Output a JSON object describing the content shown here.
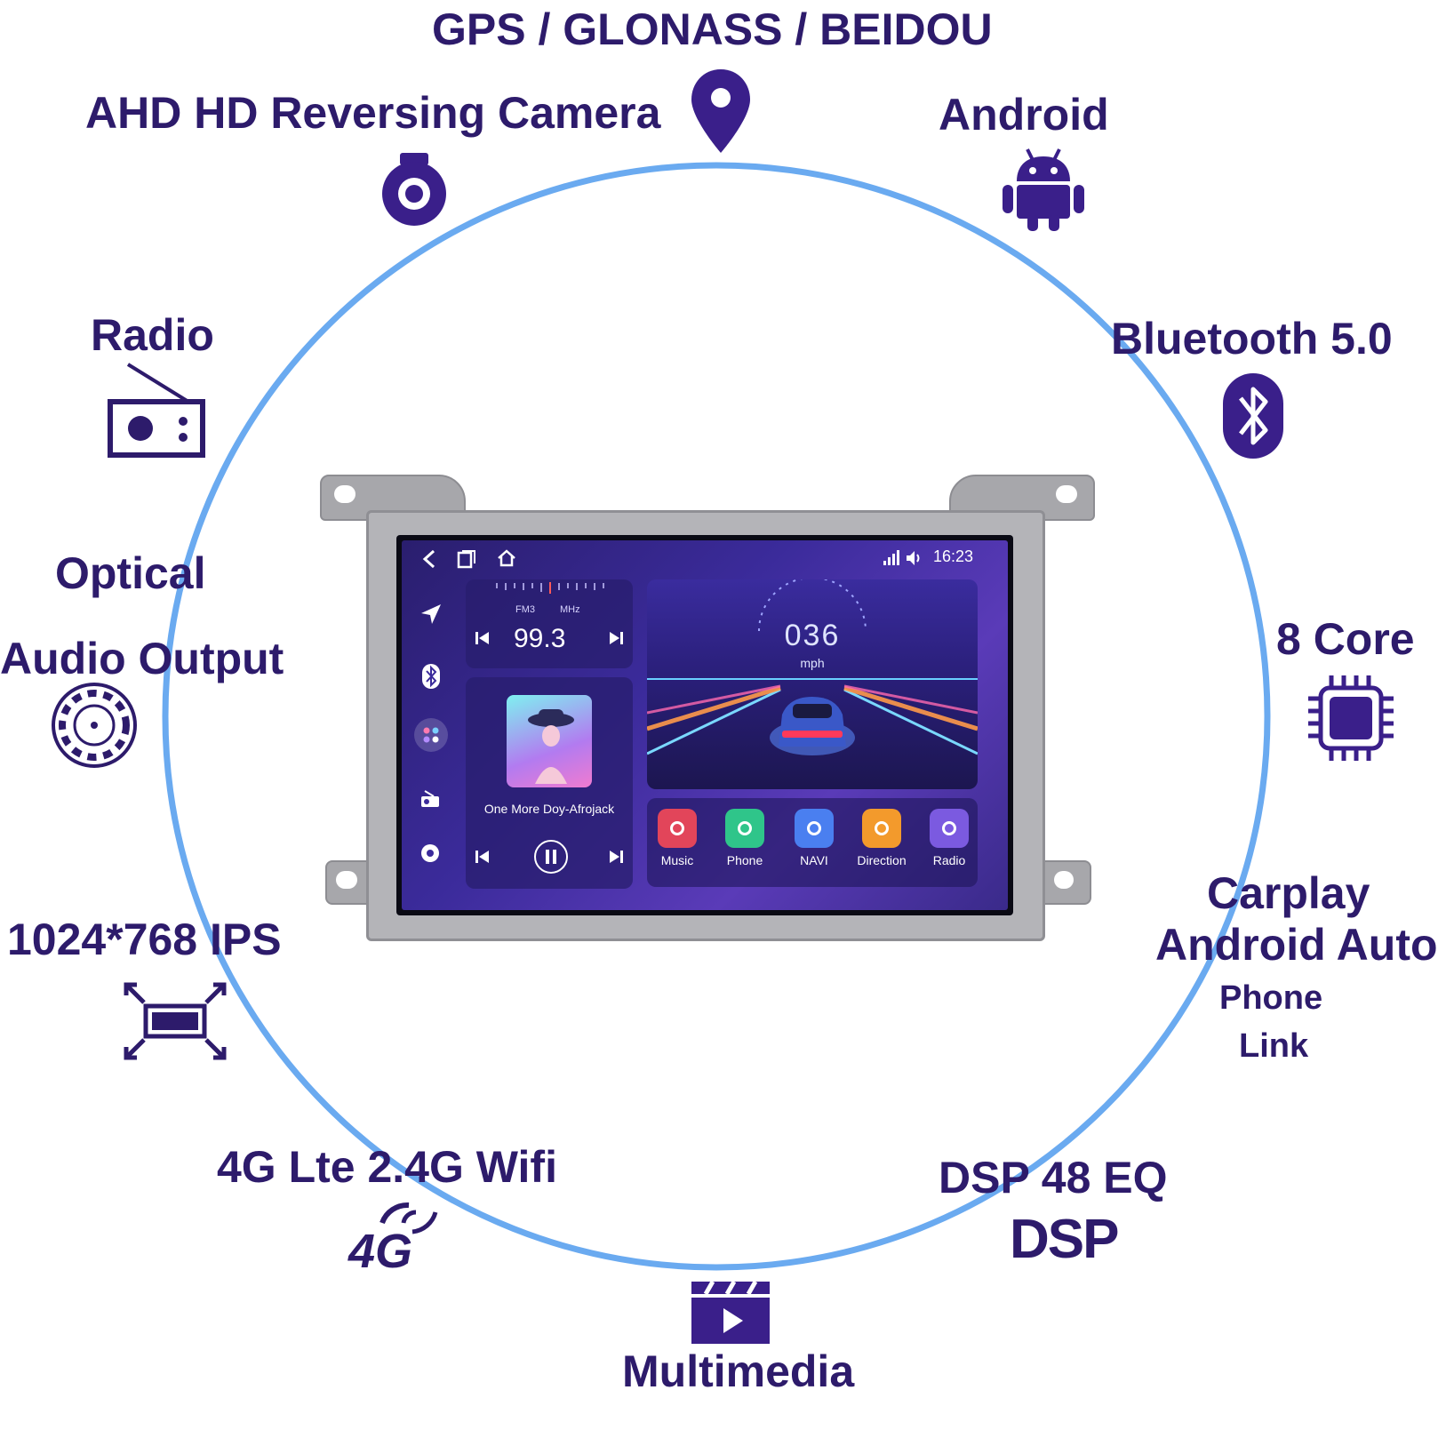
{
  "features": {
    "gps": "GPS / GLONASS / BEIDOU",
    "camera": "AHD HD Reversing Camera",
    "android": "Android",
    "radio": "Radio",
    "bluetooth": "Bluetooth 5.0",
    "optical_line1": "Optical",
    "optical_line2": "Audio Output",
    "core": "8 Core",
    "resolution": "1024*768  IPS",
    "carplay_line1": "Carplay",
    "carplay_line2": "Android Auto",
    "carplay_line3": "Phone",
    "carplay_line4": "Link",
    "lte": "4G Lte   2.4G Wifi",
    "dsp_eq": "DSP 48 EQ",
    "dsp_logo": "DSP",
    "lte_logo": "4G",
    "multimedia": "Multimedia"
  },
  "screen": {
    "time": "16:23",
    "radio": {
      "band": "FM3",
      "unit": "MHz",
      "frequency": "99.3"
    },
    "music": {
      "track": "One More Doy-Afrojack"
    },
    "speed": {
      "value": "036",
      "unit": "mph"
    },
    "apps": [
      {
        "label": "Music",
        "color": "#e2455a"
      },
      {
        "label": "Phone",
        "color": "#2fc58a"
      },
      {
        "label": "NAVI",
        "color": "#4a7ff0"
      },
      {
        "label": "Direction",
        "color": "#f39a2c"
      },
      {
        "label": "Radio",
        "color": "#7b5ae0"
      }
    ]
  },
  "colors": {
    "accent": "#2d1b6b",
    "ring": "#6aaaf0"
  }
}
